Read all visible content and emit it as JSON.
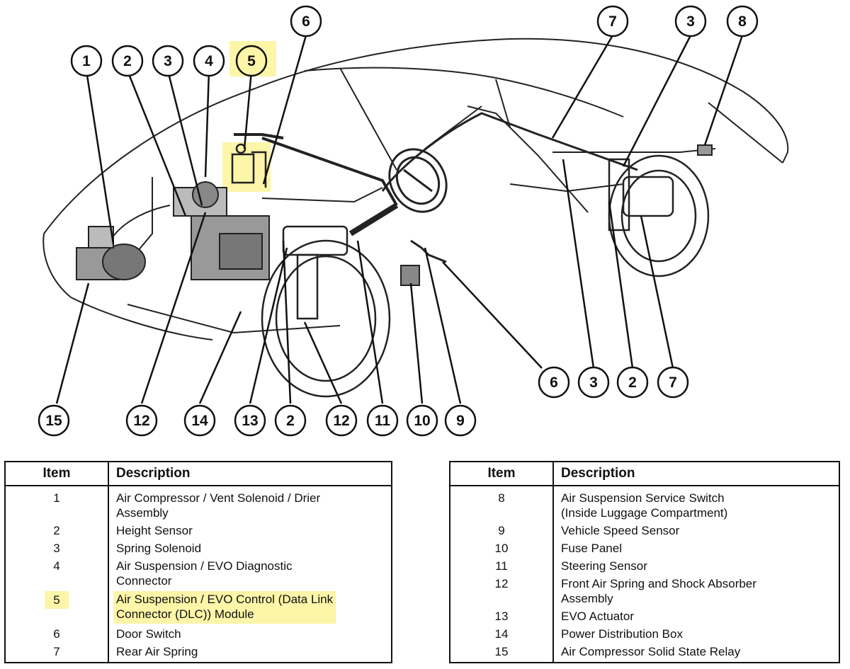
{
  "callouts": {
    "top": [
      "1",
      "2",
      "3",
      "4",
      "5",
      "6",
      "7",
      "3",
      "8"
    ],
    "bottom_left": [
      "15",
      "12",
      "14",
      "13",
      "2",
      "12",
      "11",
      "10",
      "9"
    ],
    "bottom_right": [
      "6",
      "3",
      "2",
      "7"
    ]
  },
  "highlight_color": "#fdf5a8",
  "table_left": {
    "header_item": "Item",
    "header_desc": "Description",
    "rows": [
      {
        "item": "1",
        "line1": "Air Compressor / Vent Solenoid / Drier",
        "line2": "Assembly"
      },
      {
        "item": "2",
        "line1": "Height Sensor",
        "line2": ""
      },
      {
        "item": "3",
        "line1": "Spring Solenoid",
        "line2": ""
      },
      {
        "item": "4",
        "line1": "Air Suspension / EVO Diagnostic",
        "line2": "Connector"
      },
      {
        "item": "5",
        "line1": "Air Suspension / EVO Control (Data Link",
        "line2": "Connector (DLC)) Module"
      },
      {
        "item": "6",
        "line1": "Door Switch",
        "line2": ""
      },
      {
        "item": "7",
        "line1": "Rear Air Spring",
        "line2": ""
      }
    ]
  },
  "table_right": {
    "header_item": "Item",
    "header_desc": "Description",
    "rows": [
      {
        "item": "8",
        "line1": "Air Suspension Service Switch",
        "line2": "(Inside Luggage Compartment)"
      },
      {
        "item": "9",
        "line1": "Vehicle Speed Sensor",
        "line2": ""
      },
      {
        "item": "10",
        "line1": "Fuse Panel",
        "line2": ""
      },
      {
        "item": "11",
        "line1": "Steering Sensor",
        "line2": ""
      },
      {
        "item": "12",
        "line1": "Front Air Spring and Shock Absorber",
        "line2": "Assembly"
      },
      {
        "item": "13",
        "line1": "EVO Actuator",
        "line2": ""
      },
      {
        "item": "14",
        "line1": "Power Distribution Box",
        "line2": ""
      },
      {
        "item": "15",
        "line1": "Air Compressor Solid State Relay",
        "line2": ""
      }
    ]
  }
}
